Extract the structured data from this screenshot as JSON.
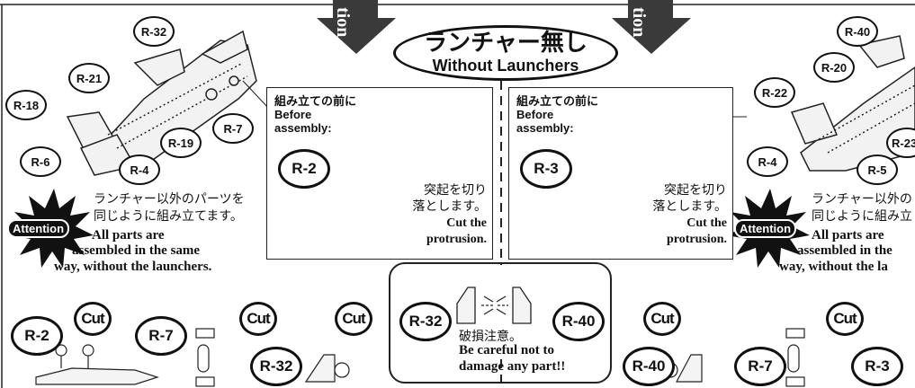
{
  "header": {
    "cutoff_left": "tion",
    "cutoff_right": "tion",
    "title_jp": "ランチャー無し",
    "title_en": "Without Launchers"
  },
  "left_model": {
    "parts": [
      "R-32",
      "R-21",
      "R-18",
      "R-7",
      "R-19",
      "R-6",
      "R-4"
    ]
  },
  "right_model": {
    "parts": [
      "R-40",
      "R-20",
      "R-22",
      "R-23",
      "R-4",
      "R-5"
    ]
  },
  "before_box_left": {
    "heading_jp": "組み立ての前に",
    "heading_en_1": "Before",
    "heading_en_2": "assembly:",
    "part": "R-2",
    "note_jp_1": "突起を切り",
    "note_jp_2": "落とします。",
    "note_en_1": "Cut the",
    "note_en_2": "protrusion."
  },
  "before_box_right": {
    "heading_jp": "組み立ての前に",
    "heading_en_1": "Before",
    "heading_en_2": "assembly:",
    "part": "R-3",
    "note_jp_1": "突起を切り",
    "note_jp_2": "落とします。",
    "note_en_1": "Cut the",
    "note_en_2": "protrusion."
  },
  "attention_left": {
    "badge": "Attention",
    "jp_1": "ランチャー以外のパーツを",
    "jp_2": "同じように組み立てます。",
    "en_1": "All parts are",
    "en_2": "assembled in the same",
    "en_3": "way, without the launchers."
  },
  "attention_right": {
    "badge": "Attention",
    "jp_1": "ランチャー以外の",
    "jp_2": "同じように組み立",
    "en_1": "All parts are",
    "en_2": "assembled in the",
    "en_3": "way, without the la"
  },
  "bottom_parts": {
    "left_1": "R-2",
    "left_2": "R-7",
    "left_3": "R-32",
    "right_1": "R-40",
    "right_2": "R-7",
    "right_3": "R-3",
    "cut_label": "Cut"
  },
  "caution": {
    "left_part": "R-32",
    "right_part": "R-40",
    "jp": "破損注意。",
    "en_1": "Be careful not to",
    "en_2": "damage any part!!"
  },
  "colors": {
    "ink": "#111111",
    "arrow": "#3a3a3a",
    "paper": "#ffffff"
  }
}
